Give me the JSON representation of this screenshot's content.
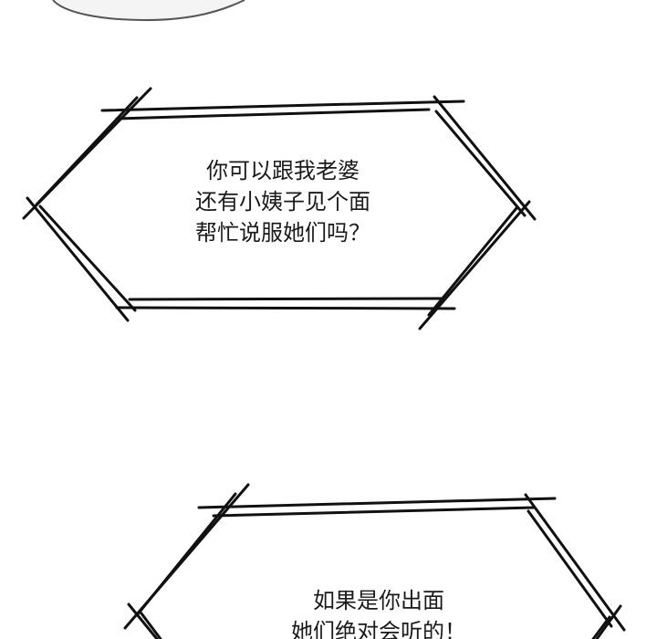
{
  "panel": {
    "bubbles": [
      {
        "lines": [
          "你可以跟我老婆",
          "还有小姨子见个面",
          "帮忙说服她们吗？"
        ]
      },
      {
        "lines": [
          "如果是你出面",
          "她们绝对会听的！"
        ]
      }
    ]
  }
}
